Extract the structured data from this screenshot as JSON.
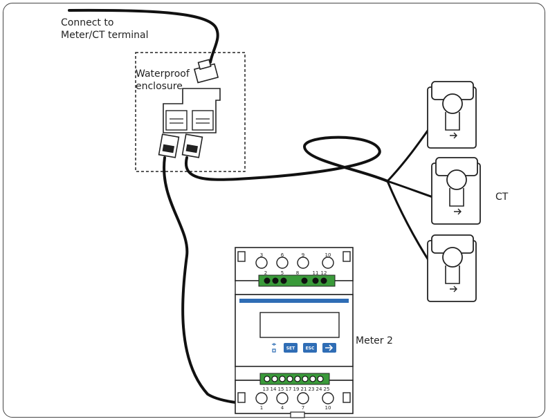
{
  "labels": {
    "connect_line1": "Connect to",
    "connect_line2": "Meter/CT terminal",
    "enclosure_line1": "Waterproof",
    "enclosure_line2": "enclosure",
    "ct": "CT",
    "meter": "Meter 2"
  },
  "meter": {
    "button_set": "SET",
    "button_esc": "ESC",
    "top_terminals": [
      "3",
      "6",
      "9",
      "10"
    ],
    "top_row_numbers": [
      "2",
      "5",
      "8",
      "11",
      "12"
    ],
    "bottom_terminals": [
      "1",
      "4",
      "7",
      "10"
    ],
    "bottom_row_numbers": [
      "13",
      "14",
      "15",
      "17",
      "19",
      "21",
      "23",
      "24",
      "25"
    ]
  },
  "colors": {
    "cable": "#111111",
    "terminal_green": "#3a9a3a",
    "meter_blue": "#2f6db5",
    "outline": "#222222"
  }
}
